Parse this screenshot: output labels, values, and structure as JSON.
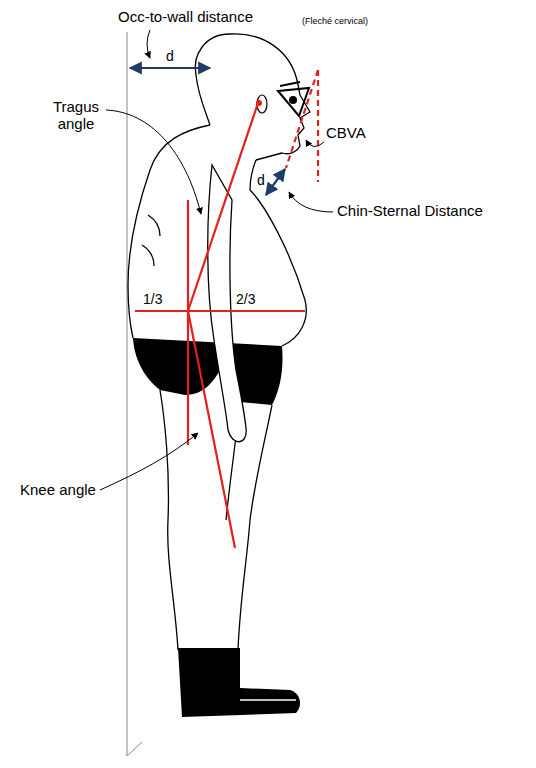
{
  "diagram": {
    "labels": [
      "Occ-to-wall distance",
      "(Fleché cervical)",
      "d",
      "Tragus angle",
      "CBVA",
      "d",
      "Chin-Sternal Distance",
      "1/3",
      "2/3",
      "Knee angle"
    ]
  }
}
